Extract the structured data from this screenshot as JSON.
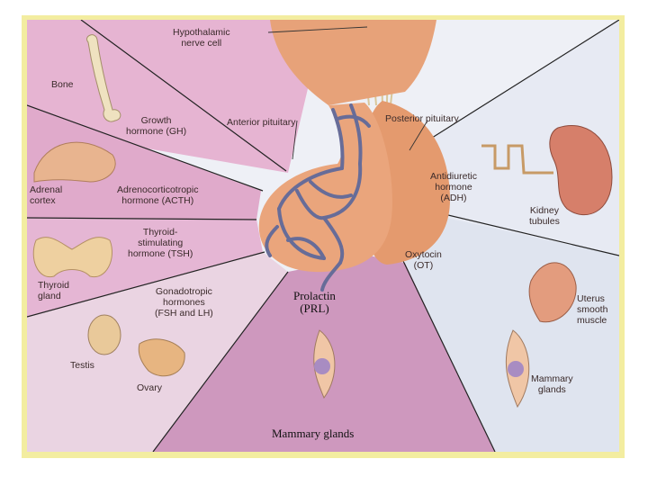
{
  "labels": {
    "hypothalamic": "Hypothalamic\nnerve cell",
    "bone": "Bone",
    "growth_hormone": "Growth\nhormone (GH)",
    "anterior_pituitary": "Anterior pituitary",
    "posterior_pituitary": "Posterior pituitary",
    "adrenal_cortex": "Adrenal\ncortex",
    "acth": "Adrenocorticotropic\nhormone (ACTH)",
    "tsh": "Thyroid-\nstimulating\nhormone (TSH)",
    "thyroid_gland": "Thyroid\ngland",
    "gonadotropic": "Gonadotropic\nhormones\n(FSH and LH)",
    "testis": "Testis",
    "ovary": "Ovary",
    "prolactin": "Prolactin\n(PRL)",
    "mammary_bottom": "Mammary glands",
    "adh": "Antidiuretic\nhormone\n(ADH)",
    "kidney_tubules": "Kidney\ntubules",
    "oxytocin": "Oxytocin\n(OT)",
    "uterus": "Uterus\nsmooth\nmuscle",
    "mammary_right": "Mammary\nglands"
  },
  "colors": {
    "frame": "#f3eda0",
    "pink_region": "#e3a9cc",
    "light_pink_region": "#ecd0e0",
    "right_region": "#dde3ee",
    "top_right_region": "#eef0f6",
    "bottom_region": "#ce98be",
    "gland": "#e7a279",
    "vessels": "#6a6f9b"
  }
}
